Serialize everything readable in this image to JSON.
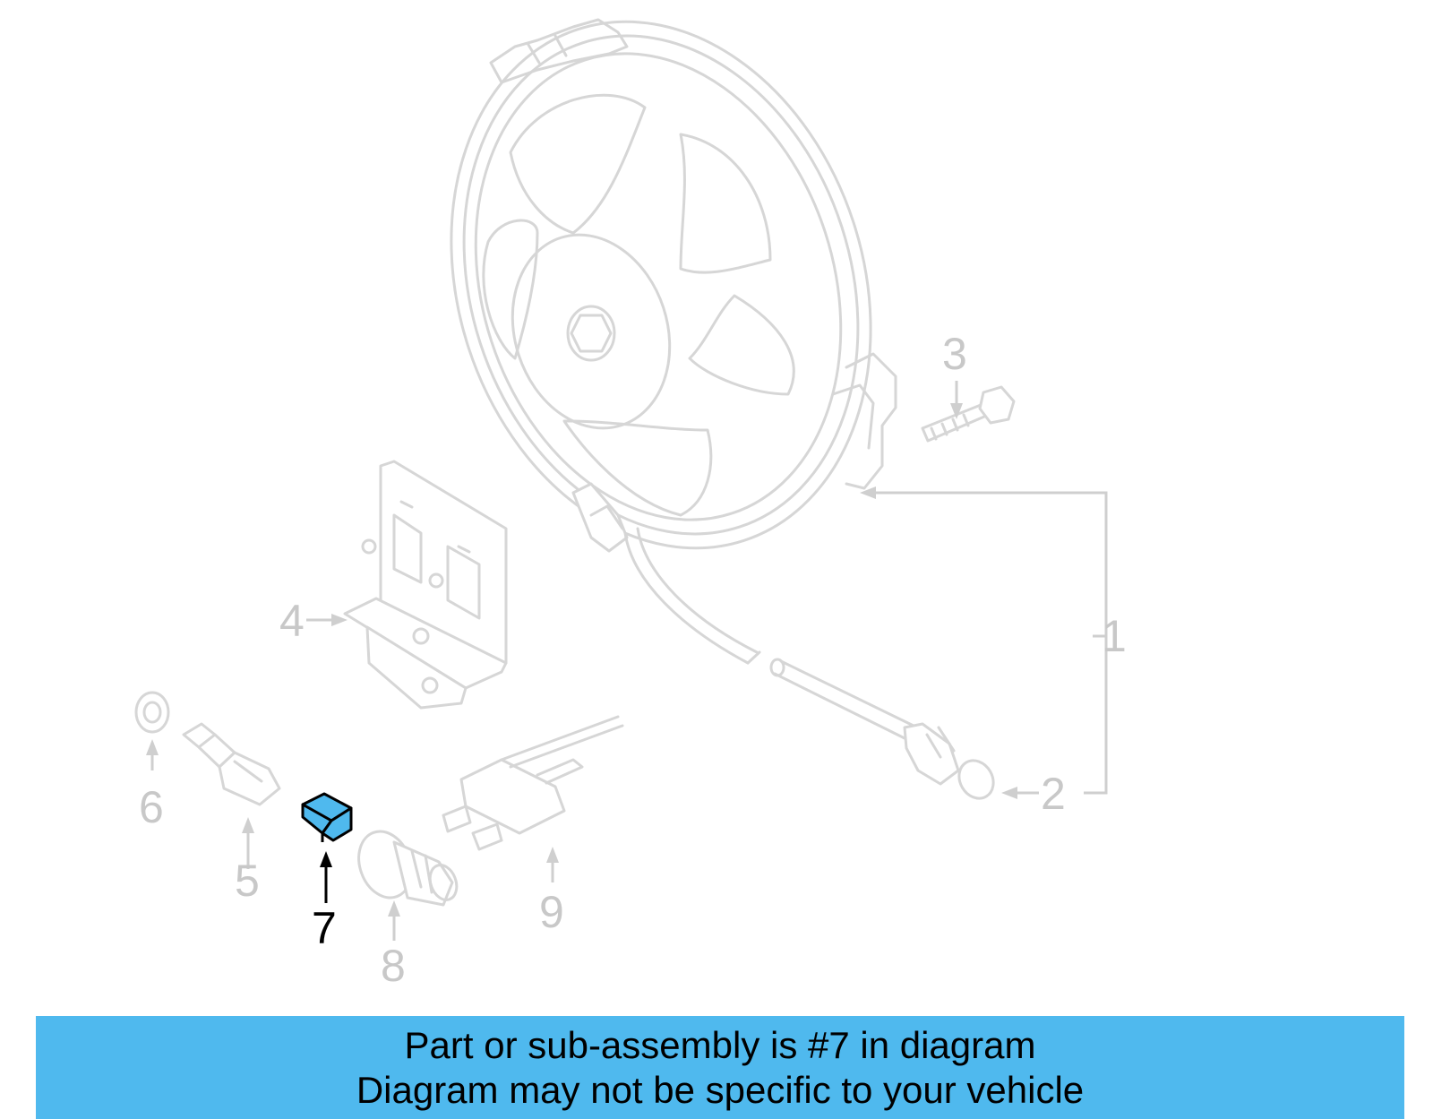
{
  "diagram": {
    "callouts": {
      "c1": "1",
      "c2": "2",
      "c3": "3",
      "c4": "4",
      "c5": "5",
      "c6": "6",
      "c7": "7",
      "c8": "8",
      "c9": "9"
    },
    "highlighted_part": "7",
    "colors": {
      "highlight": "#4fb9ee",
      "inactive": "#c8c8c8",
      "active": "#000000",
      "banner": "#4fb9ee"
    }
  },
  "banner": {
    "line1": "Part or sub-assembly is #7 in diagram",
    "line2": "Diagram may not be specific to your vehicle"
  }
}
